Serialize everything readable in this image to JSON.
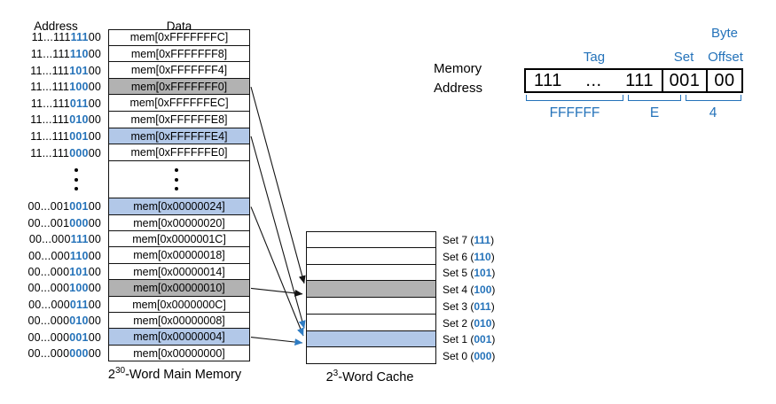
{
  "figure": {
    "colors": {
      "accent_blue": "#2573BA",
      "arrow_blue": "#2E7CC3",
      "row_highlight_blue": "#B2C8E8",
      "row_highlight_gray": "#B2B2B2"
    },
    "memory": {
      "col_headers": {
        "address": "Address",
        "data": "Data"
      },
      "caption": {
        "base": "2",
        "exponent": "30",
        "suffix": "-Word Main Memory"
      },
      "top_rows": [
        {
          "tag": "11...111",
          "set": "111",
          "offset": "00",
          "data": "mem[0xFFFFFFFC]",
          "highlight": "none"
        },
        {
          "tag": "11...111",
          "set": "110",
          "offset": "00",
          "data": "mem[0xFFFFFFF8]",
          "highlight": "none"
        },
        {
          "tag": "11...111",
          "set": "101",
          "offset": "00",
          "data": "mem[0xFFFFFFF4]",
          "highlight": "none"
        },
        {
          "tag": "11...111",
          "set": "100",
          "offset": "00",
          "data": "mem[0xFFFFFFF0]",
          "highlight": "gray"
        },
        {
          "tag": "11...111",
          "set": "011",
          "offset": "00",
          "data": "mem[0xFFFFFFEC]",
          "highlight": "none"
        },
        {
          "tag": "11...111",
          "set": "010",
          "offset": "00",
          "data": "mem[0xFFFFFFE8]",
          "highlight": "none"
        },
        {
          "tag": "11...111",
          "set": "001",
          "offset": "00",
          "data": "mem[0xFFFFFFE4]",
          "highlight": "blue"
        },
        {
          "tag": "11...111",
          "set": "000",
          "offset": "00",
          "data": "mem[0xFFFFFFE0]",
          "highlight": "none"
        }
      ],
      "bottom_rows": [
        {
          "tag": "00...001",
          "set": "001",
          "offset": "00",
          "data": "mem[0x00000024]",
          "highlight": "blue"
        },
        {
          "tag": "00...001",
          "set": "000",
          "offset": "00",
          "data": "mem[0x00000020]",
          "highlight": "none"
        },
        {
          "tag": "00...000",
          "set": "111",
          "offset": "00",
          "data": "mem[0x0000001C]",
          "highlight": "none"
        },
        {
          "tag": "00...000",
          "set": "110",
          "offset": "00",
          "data": "mem[0x00000018]",
          "highlight": "none"
        },
        {
          "tag": "00...000",
          "set": "101",
          "offset": "00",
          "data": "mem[0x00000014]",
          "highlight": "none"
        },
        {
          "tag": "00...000",
          "set": "100",
          "offset": "00",
          "data": "mem[0x00000010]",
          "highlight": "gray"
        },
        {
          "tag": "00...000",
          "set": "011",
          "offset": "00",
          "data": "mem[0x0000000C]",
          "highlight": "none"
        },
        {
          "tag": "00...000",
          "set": "010",
          "offset": "00",
          "data": "mem[0x00000008]",
          "highlight": "none"
        },
        {
          "tag": "00...000",
          "set": "001",
          "offset": "00",
          "data": "mem[0x00000004]",
          "highlight": "blue"
        },
        {
          "tag": "00...000",
          "set": "000",
          "offset": "00",
          "data": "mem[0x00000000]",
          "highlight": "none"
        }
      ]
    },
    "cache": {
      "caption": {
        "base": "2",
        "exponent": "3",
        "suffix": "-Word Cache"
      },
      "sets": [
        {
          "name": "Set 7",
          "bits": "111",
          "highlight": "none"
        },
        {
          "name": "Set 6",
          "bits": "110",
          "highlight": "none"
        },
        {
          "name": "Set 5",
          "bits": "101",
          "highlight": "none"
        },
        {
          "name": "Set 4",
          "bits": "100",
          "highlight": "gray"
        },
        {
          "name": "Set 3",
          "bits": "011",
          "highlight": "none"
        },
        {
          "name": "Set 2",
          "bits": "010",
          "highlight": "none"
        },
        {
          "name": "Set 1",
          "bits": "001",
          "highlight": "blue"
        },
        {
          "name": "Set 0",
          "bits": "000",
          "highlight": "none"
        }
      ]
    },
    "arrows": [
      {
        "from": "mem[0xFFFFFFF0]",
        "from_group": "top",
        "from_row": 3,
        "to_set": 4,
        "color": "black"
      },
      {
        "from": "mem[0xFFFFFFE4]",
        "from_group": "top",
        "from_row": 6,
        "to_set": 1,
        "color": "blue"
      },
      {
        "from": "mem[0x00000024]",
        "from_group": "bottom",
        "from_row": 0,
        "to_set": 1,
        "color": "blue"
      },
      {
        "from": "mem[0x00000010]",
        "from_group": "bottom",
        "from_row": 5,
        "to_set": 4,
        "color": "black"
      },
      {
        "from": "mem[0x00000004]",
        "from_group": "bottom",
        "from_row": 8,
        "to_set": 1,
        "color": "blue"
      }
    ],
    "address_breakdown": {
      "label_line1": "Memory",
      "label_line2": "Address",
      "field_labels": {
        "tag": "Tag",
        "set": "Set",
        "byte_line1": "Byte",
        "byte_line2": "Offset"
      },
      "field_values": {
        "tag_left": "111",
        "tag_dots": "...",
        "tag_right": "111",
        "set": "001",
        "offset": "00"
      },
      "hex_labels": [
        "FFFFFF",
        "E",
        "4"
      ]
    }
  }
}
